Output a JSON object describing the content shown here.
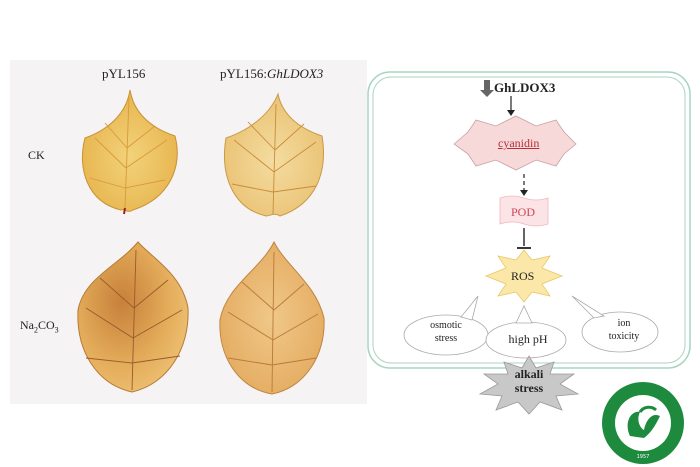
{
  "left_panel": {
    "col_headers": [
      "pYL156",
      "pYL156:",
      "GhLDOX3"
    ],
    "row_labels": [
      "CK",
      "Na",
      "2",
      "CO",
      "3"
    ]
  },
  "diagram": {
    "gene": "GhLDOX3",
    "cyanidin": "cyanidin",
    "pod": "POD",
    "ros": "ROS",
    "osmotic": [
      "osmotic",
      "stress"
    ],
    "high_ph": "high pH",
    "ion": [
      "ion",
      "toxicity"
    ],
    "alkali": [
      "alkali",
      "stress"
    ]
  },
  "colors": {
    "frame": "#a8d5c2",
    "cyanidin_fill": "#f7d9d9",
    "cyanidin_text": "#b5303a",
    "pod_fill": "#fbe3e6",
    "pod_text": "#d0455a",
    "ros_fill": "#fbe8a8",
    "alkali_fill": "#c8c8c8",
    "logo_green": "#1e8a3e"
  }
}
